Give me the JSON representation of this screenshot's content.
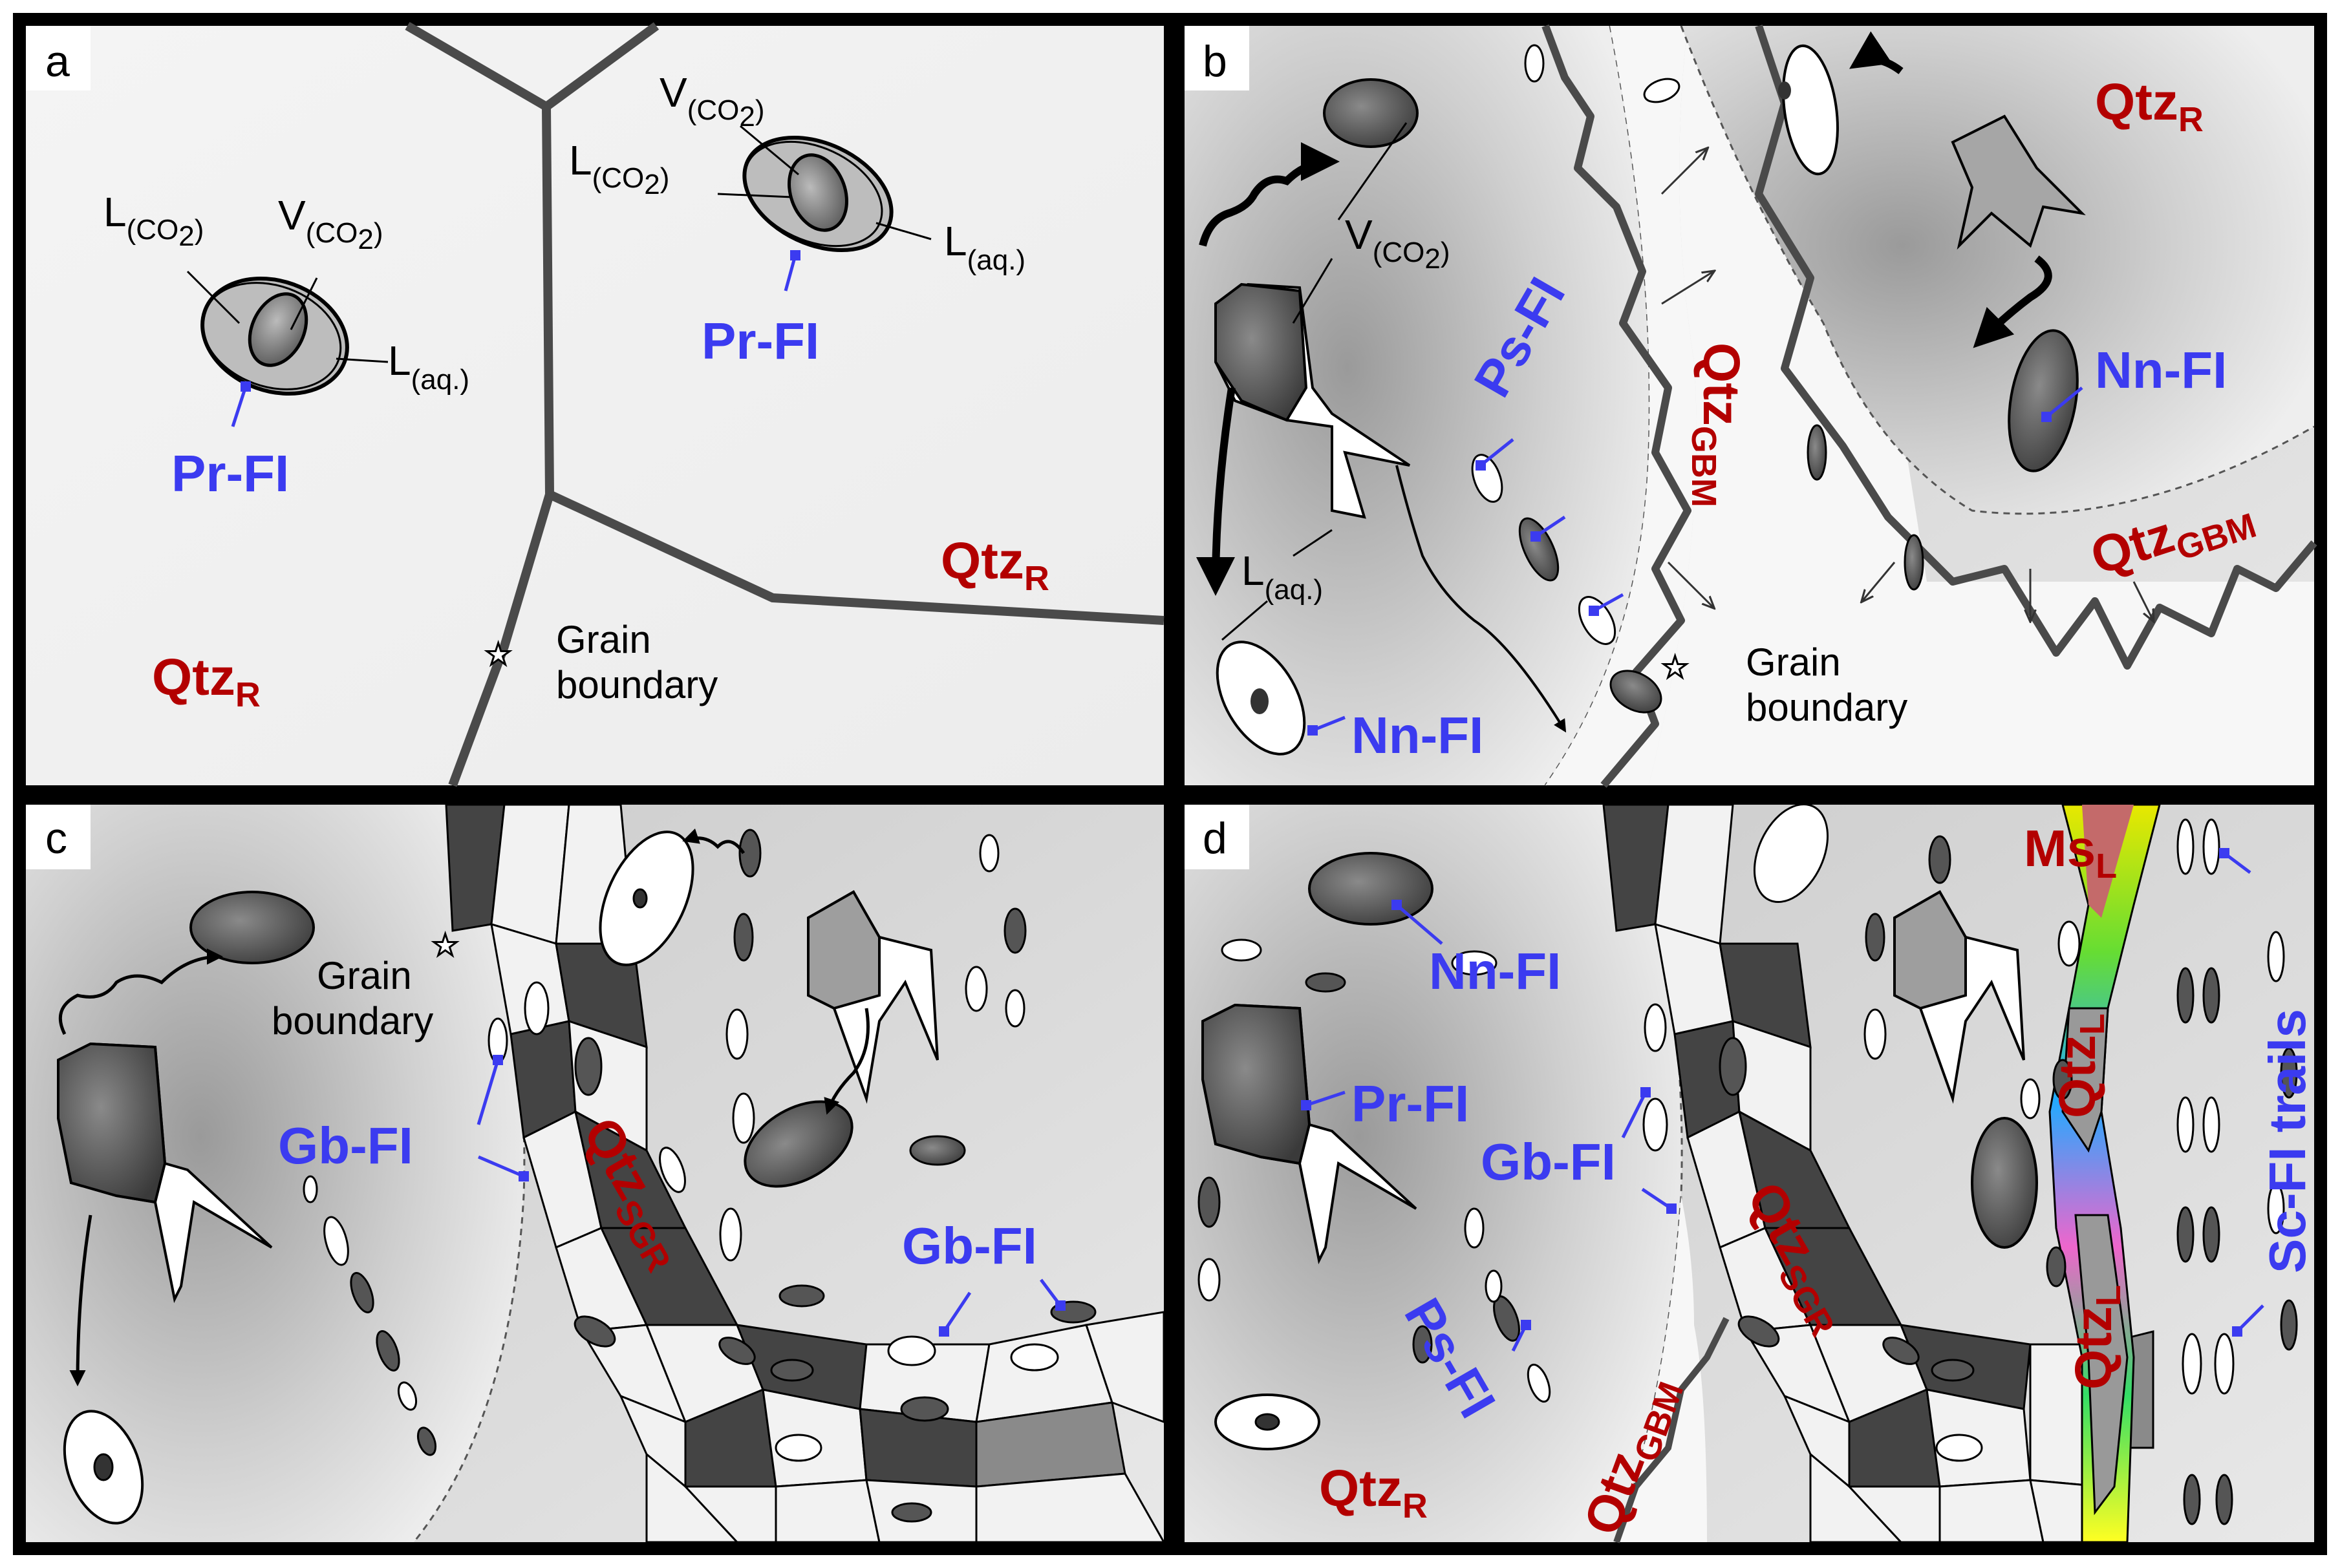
{
  "panels": {
    "a": {
      "letter": "a",
      "left_fi": {
        "l_co2": "L",
        "l_co2_sub": "(CO",
        "v_co2": "V",
        "v_co2_sub": "(CO",
        "l_aq": "L",
        "l_aq_sub": "(aq.)",
        "name": "Pr-FI"
      },
      "right_fi": {
        "v_co2": "V",
        "v_co2_sub": "(CO",
        "l_co2": "L",
        "l_co2_sub": "(CO",
        "l_aq": "L",
        "l_aq_sub": "(aq.)",
        "name": "Pr-FI"
      },
      "qtz_left": "Qtz",
      "qtz_left_sub": "R",
      "qtz_right": "Qtz",
      "qtz_right_sub": "R",
      "grain_boundary": [
        "Grain",
        "boundary"
      ]
    },
    "b": {
      "letter": "b",
      "v_co2": "V",
      "v_co2_sub": "(CO",
      "l_aq": "L",
      "l_aq_sub": "(aq.)",
      "ps_fi": "Ps-FI",
      "nn_fi_left": "Nn-FI",
      "nn_fi_right": "Nn-FI",
      "qtz_r": "Qtz",
      "qtz_r_sub": "R",
      "qtz_gbm_vertical": "Qtz",
      "qtz_gbm_vertical_sub": "GBM",
      "qtz_gbm_right": "Qtz",
      "qtz_gbm_right_sub": "GBM",
      "grain_boundary": [
        "Grain",
        "boundary"
      ]
    },
    "c": {
      "letter": "c",
      "grain_boundary": [
        "Grain",
        "boundary"
      ],
      "gb_fi_left": "Gb-FI",
      "gb_fi_right": "Gb-FI",
      "qtz_sgr": "Qtz",
      "qtz_sgr_sub": "SGR"
    },
    "d": {
      "letter": "d",
      "nn_fi": "Nn-FI",
      "pr_fi": "Pr-FI",
      "gb_fi": "Gb-FI",
      "ps_fi": "Ps-FI",
      "qtz_r": "Qtz",
      "qtz_r_sub": "R",
      "qtz_gbm": "Qtz",
      "qtz_gbm_sub": "GBM",
      "qtz_sgr": "Qtz",
      "qtz_sgr_sub": "SGR",
      "ms_l": "Ms",
      "ms_l_sub": "L",
      "qtz_l_top": "Qtz",
      "qtz_l_top_sub": "L",
      "qtz_l_bottom": "Qtz",
      "qtz_l_bottom_sub": "L",
      "sc_fi_trails": "Sc-FI trails"
    }
  },
  "colors": {
    "label_blue": "#3b3bf0",
    "label_red": "#b30000",
    "leader_blue": "#3b3bf0",
    "boundary_gray": "#4a4a4a"
  }
}
